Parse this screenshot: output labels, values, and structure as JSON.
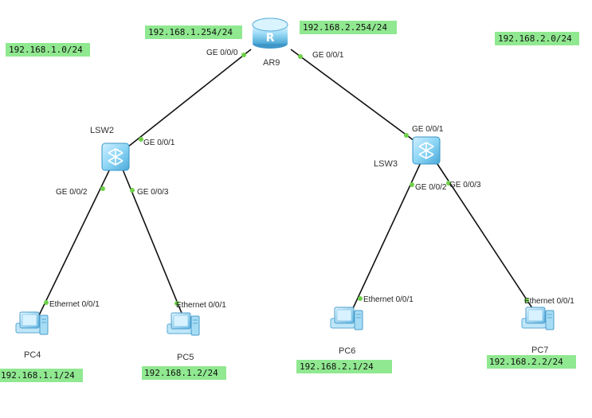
{
  "colors": {
    "ip_bg": "#90e890",
    "link": "#111111",
    "port_dot": "#6fd24a",
    "device": "#7fd0f0"
  },
  "ip_labels": {
    "subnet_left": "192.168.1.0/24",
    "subnet_right": "192.168.2.0/24",
    "ar9_left": "192.168.1.254/24",
    "ar9_right": "192.168.2.254/24",
    "pc4": "192.168.1.1/24",
    "pc5": "192.168.1.2/24",
    "pc6": "192.168.2.1/24",
    "pc7": "192.168.2.2/24"
  },
  "devices": {
    "ar9": {
      "name": "AR9",
      "icon": "router-icon"
    },
    "lsw2": {
      "name": "LSW2",
      "icon": "switch-icon"
    },
    "lsw3": {
      "name": "LSW3",
      "icon": "switch-icon"
    },
    "pc4": {
      "name": "PC4",
      "icon": "pc-icon"
    },
    "pc5": {
      "name": "PC5",
      "icon": "pc-icon"
    },
    "pc6": {
      "name": "PC6",
      "icon": "pc-icon"
    },
    "pc7": {
      "name": "PC7",
      "icon": "pc-icon"
    }
  },
  "ports": {
    "ar9_g000": "GE 0/0/0",
    "ar9_g001": "GE 0/0/1",
    "lsw2_g001": "GE 0/0/1",
    "lsw2_g002": "GE 0/0/2",
    "lsw2_g003": "GE 0/0/3",
    "lsw3_g001": "GE 0/0/1",
    "lsw3_g002": "GE 0/0/2",
    "lsw3_g003": "GE 0/0/3",
    "pc4_eth": "Ethernet 0/0/1",
    "pc5_eth": "Ethernet 0/0/1",
    "pc6_eth": "Ethernet 0/0/1",
    "pc7_eth": "Ethernet 0/0/1"
  }
}
